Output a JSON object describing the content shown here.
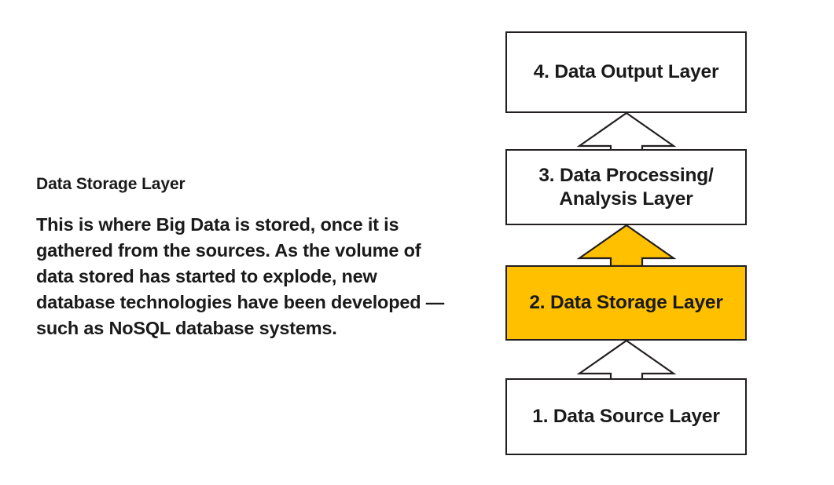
{
  "text_panel": {
    "heading": "Data Storage Layer",
    "body": "This is where Big Data is stored, once it is gathered from the sources. As the volume of data stored has started to explode, new database technologies have been developed — such as NoSQL database systems."
  },
  "diagram": {
    "layers": [
      {
        "id": "output",
        "label": "4. Data Output Layer",
        "highlighted": false
      },
      {
        "id": "processing",
        "label": "3. Data Processing/\nAnalysis Layer",
        "highlighted": false
      },
      {
        "id": "storage",
        "label": "2. Data Storage Layer",
        "highlighted": true
      },
      {
        "id": "source",
        "label": "1. Data Source Layer",
        "highlighted": false
      }
    ],
    "arrows": [
      {
        "id": "arrow-1-to-2",
        "from": "1. Data Source Layer",
        "to": "2. Data Storage Layer",
        "color": "#ffffff"
      },
      {
        "id": "arrow-2-to-3",
        "from": "2. Data Storage Layer",
        "to": "3. Data Processing/Analysis Layer",
        "color": "#FFC000"
      },
      {
        "id": "arrow-3-to-4",
        "from": "3. Data Processing/Analysis Layer",
        "to": "4. Data Output Layer",
        "color": "#ffffff"
      }
    ],
    "colors": {
      "highlight": "#FFC000",
      "outline": "#231f20",
      "box_fill": "#ffffff",
      "text": "#1a1a1a"
    }
  }
}
